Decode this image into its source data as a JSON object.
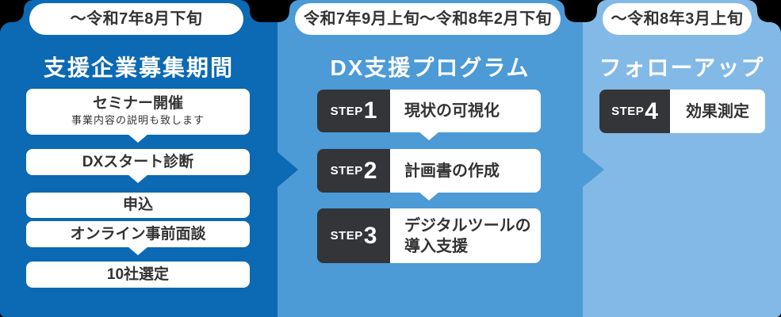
{
  "diagram": {
    "background_color": "#000000",
    "text_color": "#333333",
    "step_badge_color": "#333538",
    "phases": [
      {
        "id": "recruitment",
        "color": "#0c69b4",
        "period": "～令和7年8月下旬",
        "title": "支援企業募集期間",
        "items": [
          {
            "label": "セミナー開催",
            "sublabel": "事業内容の説明も致します",
            "arrow_after": true
          },
          {
            "label": "DXスタート診断",
            "arrow_after": true
          },
          {
            "label": "申込",
            "arrow_after": false
          },
          {
            "label": "オンライン事前面談",
            "arrow_after": true
          },
          {
            "label": "10社選定",
            "arrow_after": false
          }
        ]
      },
      {
        "id": "dx-support-program",
        "color": "#4c9ad6",
        "period": "令和7年9月上旬～令和8年2月下旬",
        "title": "DX支援プログラム",
        "steps": [
          {
            "step_word": "STEP",
            "number": "1",
            "label": "現状の可視化",
            "arrow_after": true
          },
          {
            "step_word": "STEP",
            "number": "2",
            "label": "計画書の作成",
            "arrow_after": true
          },
          {
            "step_word": "STEP",
            "number": "3",
            "label": "デジタルツールの\n導入支援",
            "arrow_after": false
          }
        ]
      },
      {
        "id": "follow-up",
        "color": "#83b9e6",
        "period": "～令和8年3月上旬",
        "title": "フォローアップ",
        "steps": [
          {
            "step_word": "STEP",
            "number": "4",
            "label": "効果測定",
            "arrow_after": false
          }
        ]
      }
    ]
  }
}
